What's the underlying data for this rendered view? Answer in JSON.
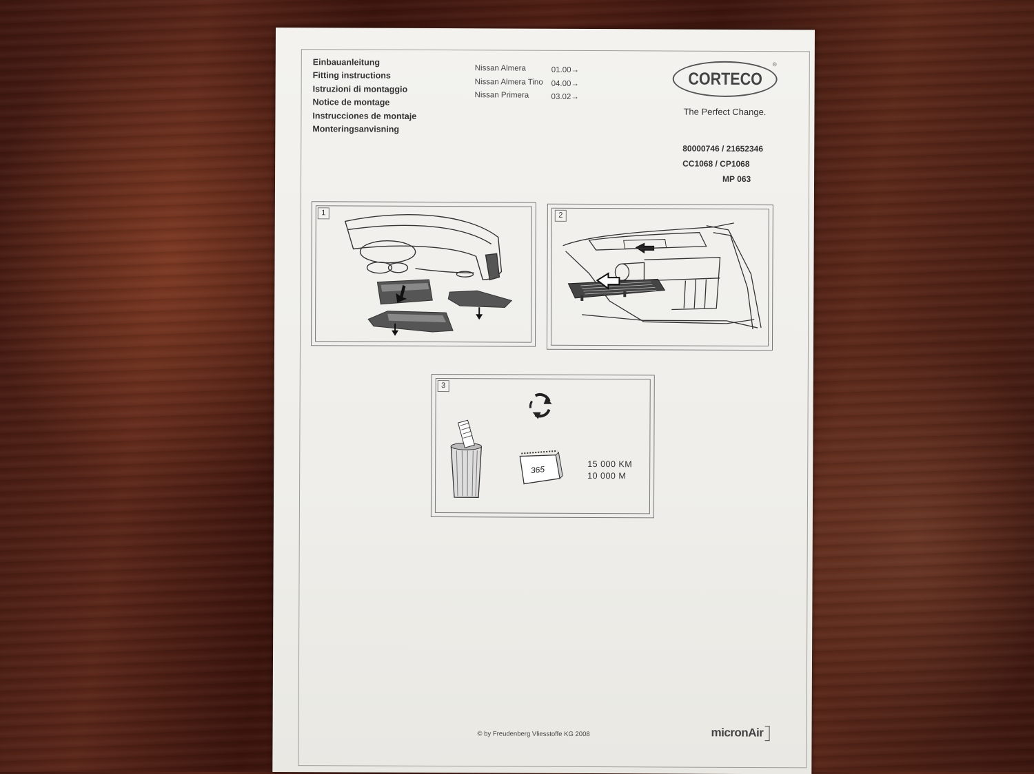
{
  "header": {
    "languages": [
      "Einbauanleitung",
      "Fitting instructions",
      "Istruzioni di montaggio",
      "Notice de montage",
      "Instrucciones de montaje",
      "Monteringsanvisning"
    ],
    "models": [
      {
        "name": "Nissan Almera",
        "date": "01.00→"
      },
      {
        "name": "Nissan Almera Tino",
        "date": "04.00→"
      },
      {
        "name": "Nissan Primera",
        "date": "03.02→"
      }
    ],
    "brand": "CORTECO",
    "registered_mark": "®",
    "tagline": "The Perfect Change.",
    "part_numbers": [
      "80000746 / 21652346",
      "CC1068 / CP1068",
      "MP 063"
    ]
  },
  "steps": [
    {
      "number": "1"
    },
    {
      "number": "2"
    },
    {
      "number": "3",
      "calendar_label": "365",
      "interval_km": "15 000 KM",
      "interval_miles": "10 000 M"
    }
  ],
  "footer": {
    "copyright": "© by Freudenberg Vliesstoffe KG 2008",
    "micronair_logo": "micronAir"
  }
}
